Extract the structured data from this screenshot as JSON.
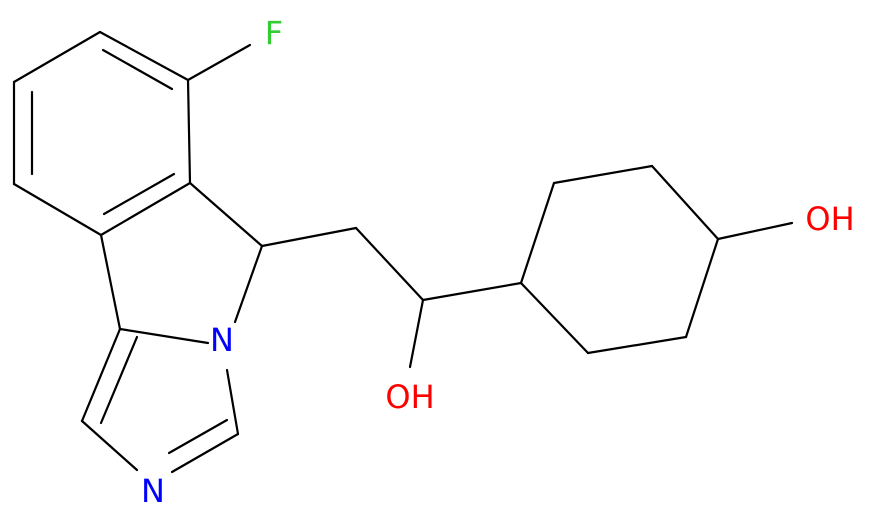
{
  "molecule": {
    "atoms": {
      "fluorine": {
        "symbol": "F",
        "color": "#33cc33"
      },
      "ring_nitrogen": {
        "symbol": "N",
        "color": "#0000ff"
      },
      "imine_nitrogen": {
        "symbol": "N",
        "color": "#0000ff"
      },
      "hydroxyl_side_chain": {
        "symbol": "OH",
        "color": "#ff0000"
      },
      "hydroxyl_cyclohexyl": {
        "symbol": "OH",
        "color": "#ff0000"
      }
    },
    "bond_color": "#000000",
    "background": "#ffffff"
  }
}
